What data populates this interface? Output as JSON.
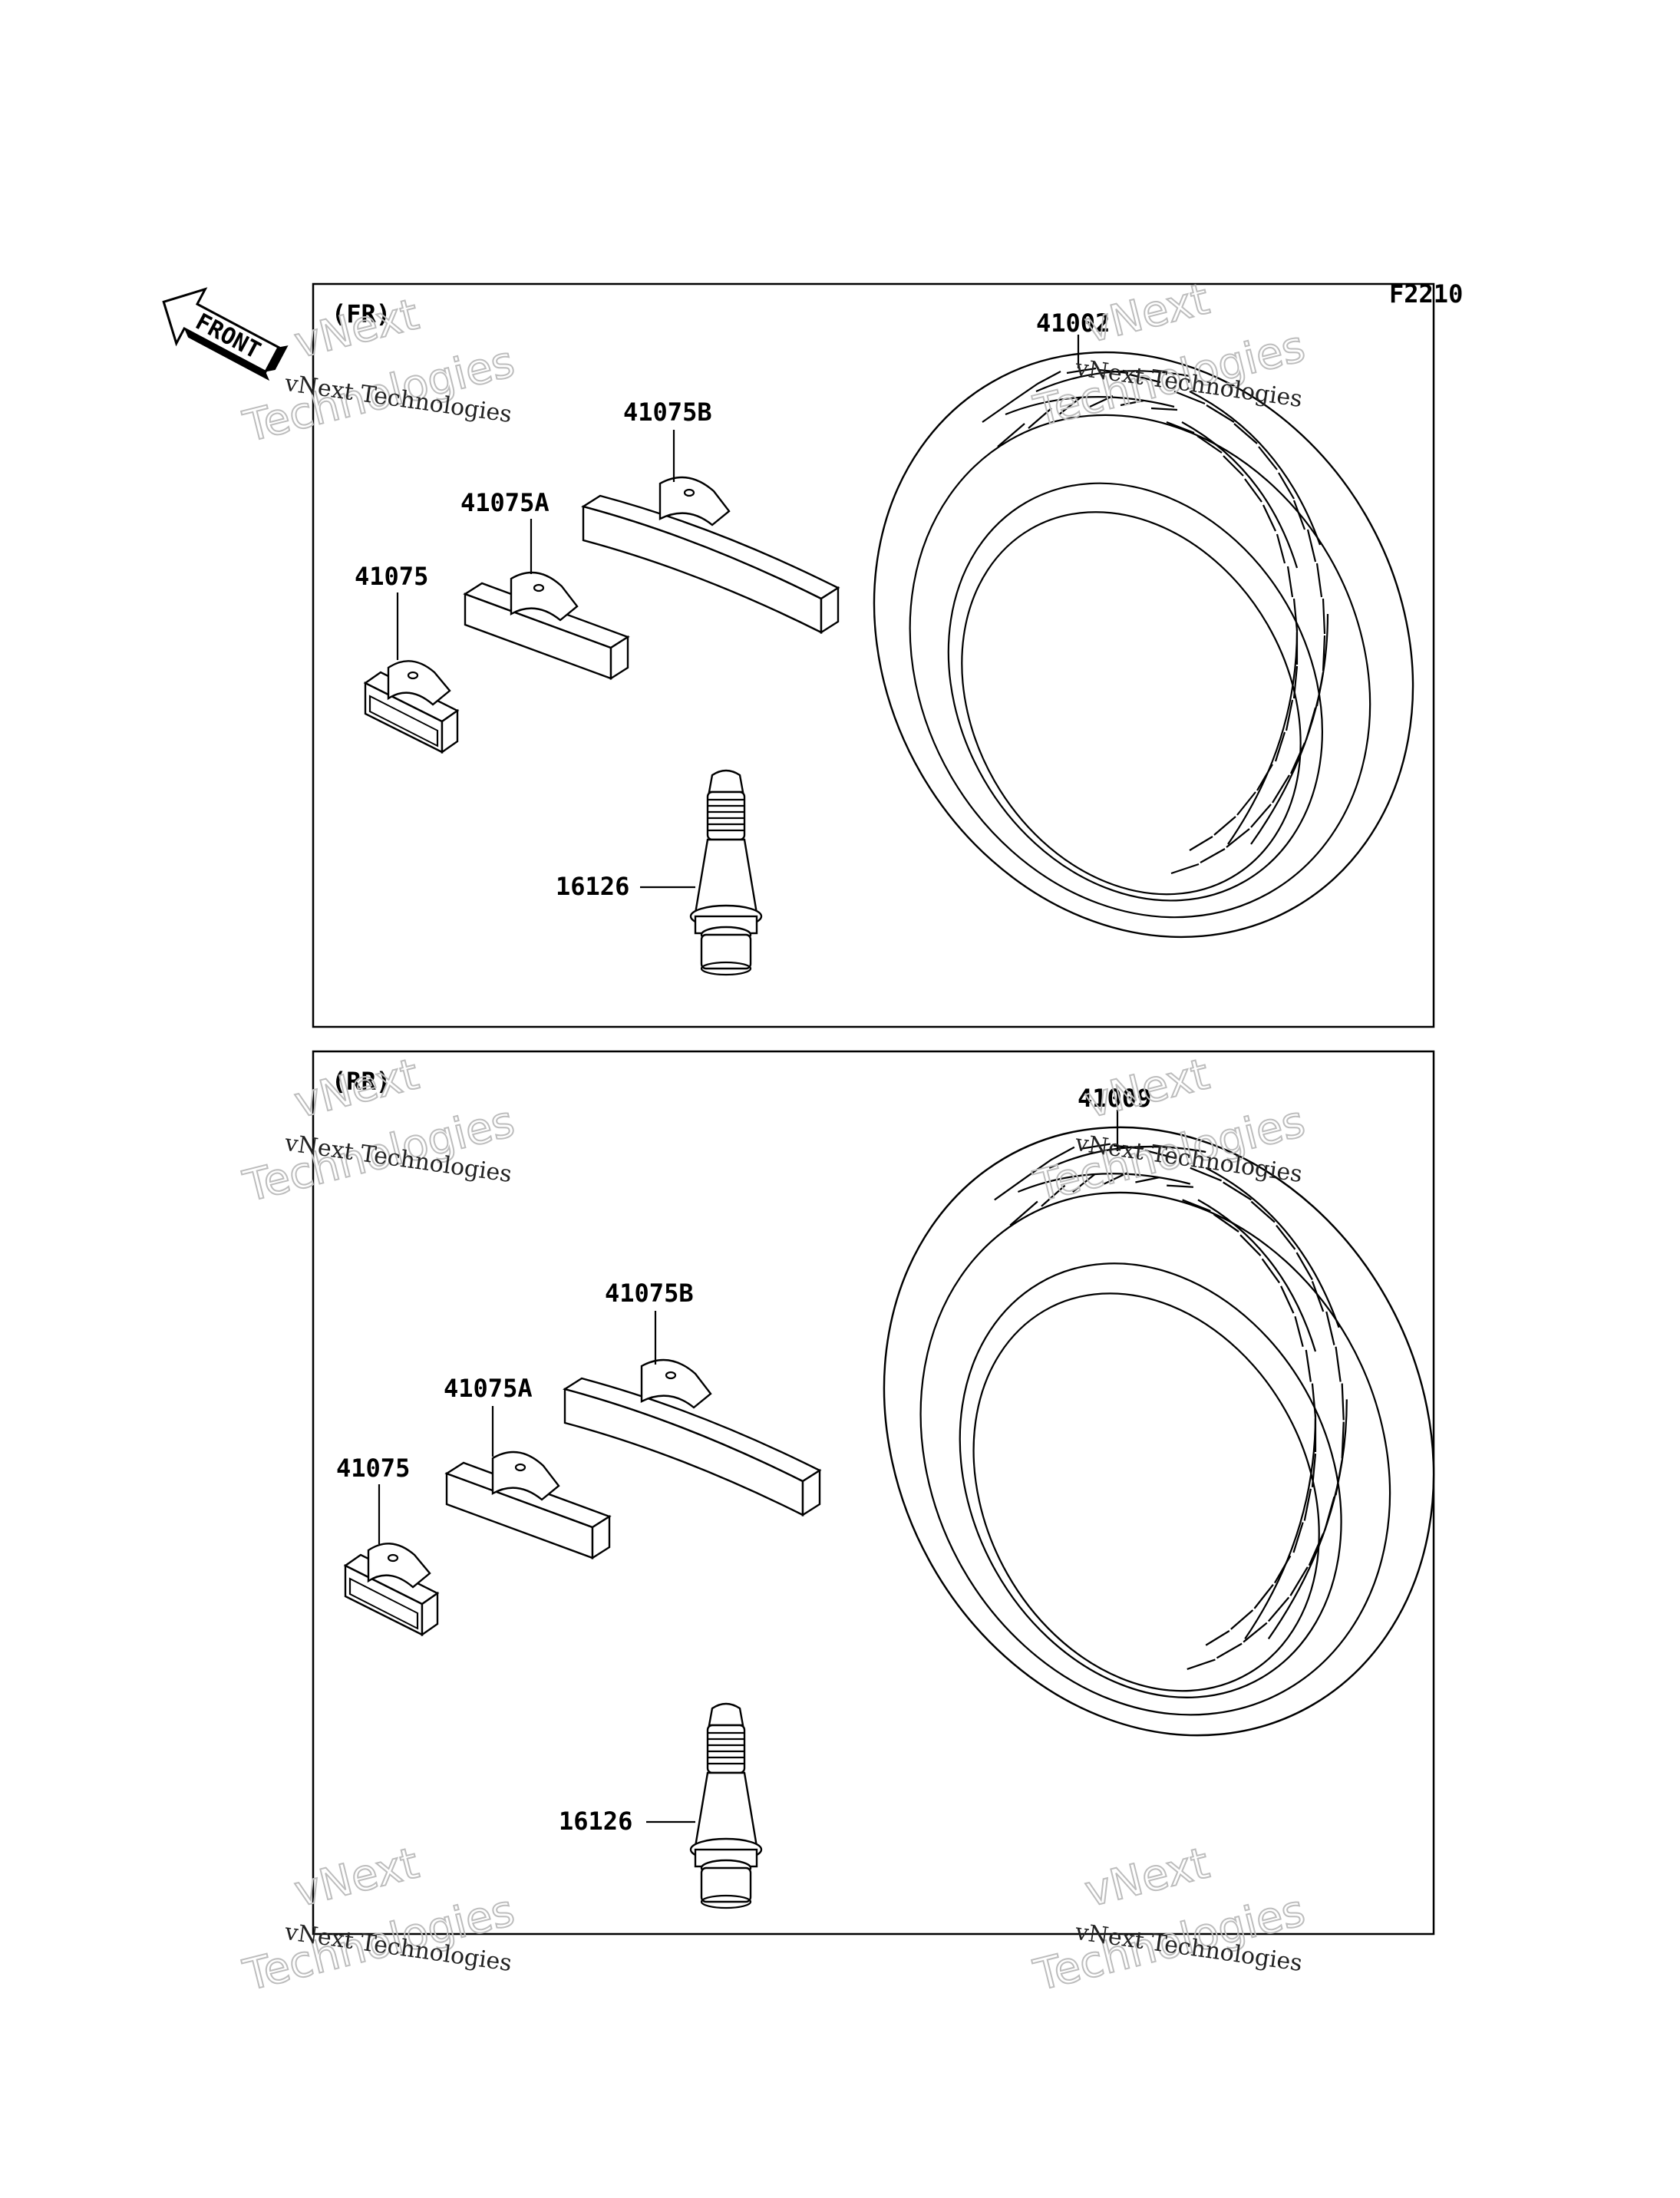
{
  "diagram_code": "F2210",
  "front_label": "FRONT",
  "watermark": {
    "small": "vNext Technologies",
    "big_top": "vNext",
    "big_bottom": "Technologies"
  },
  "panels": [
    {
      "id": "front",
      "title": "(FR)",
      "tire_part": "41002",
      "weights": [
        "41075B",
        "41075A",
        "41075"
      ],
      "valve_part": "16126"
    },
    {
      "id": "rear",
      "title": "(RR)",
      "tire_part": "41009",
      "weights": [
        "41075B",
        "41075A",
        "41075"
      ],
      "valve_part": "16126"
    }
  ]
}
